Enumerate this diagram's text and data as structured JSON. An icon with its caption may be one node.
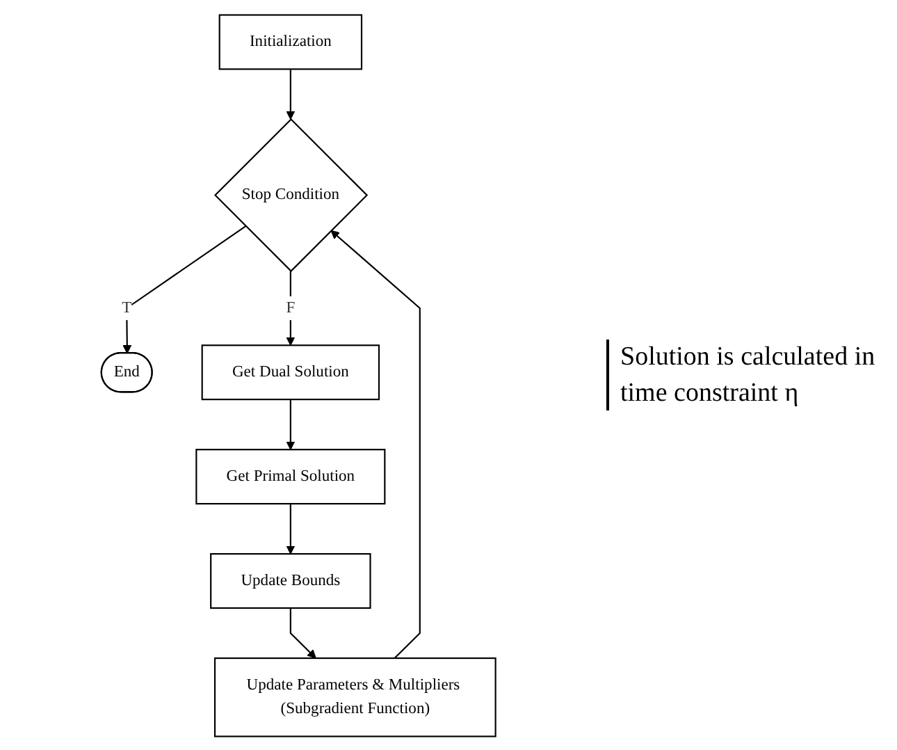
{
  "diagram": {
    "nodes": [
      {
        "text": [
          "Initialization"
        ]
      },
      {
        "text": [
          "Stop Condition"
        ]
      },
      {
        "text": [
          "End"
        ]
      },
      {
        "text": [
          "Get Dual Solution"
        ]
      },
      {
        "text": [
          "Get Primal Solution"
        ]
      },
      {
        "text": [
          "Update Bounds"
        ]
      },
      {
        "text": [
          "Update Parameters & Multipliers (Subgradient Function)"
        ]
      }
    ],
    "edges": [
      {
        "from": 0,
        "to": 1,
        "arrow": "to"
      },
      {
        "from": 1,
        "to": 2,
        "label": "T",
        "arrow": "to"
      },
      {
        "from": 1,
        "to": 3,
        "label": "F",
        "arrow": "to"
      },
      {
        "from": 3,
        "to": 4,
        "arrow": "to"
      },
      {
        "from": 4,
        "to": 5,
        "arrow": "to"
      },
      {
        "from": 5,
        "to": 6,
        "arrow": "to"
      },
      {
        "from": 6,
        "to": 1,
        "arrow": "to"
      }
    ],
    "labels": [
      "Solution is calculated in time constraint η"
    ]
  }
}
